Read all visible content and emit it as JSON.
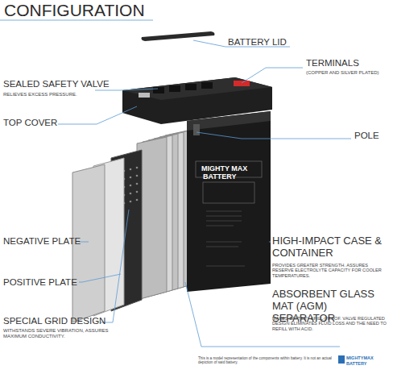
{
  "diagram": {
    "title": "CONFIGURATION",
    "caption": "This is a model representation of the components within battery. It is not an actual depiction of said battery.",
    "labels": [
      "BATTERY LID",
      "TERMINALS",
      "(COPPER AND SILVER PLATED)",
      "SEALED SAFETY VALVE",
      "RELIEVES EXCESS PRESSURE.",
      "TOP COVER",
      "POLE",
      "NEGATIVE PLATE",
      "POSITIVE PLATE",
      "HIGH-IMPACT CASE & CONTAINER",
      "PROVIDES GREATER STRENGTH. ASSURES RESERVE ELECTROLYTE CAPACITY FOR COOLER TEMPERATURES.",
      "SPECIAL GRID DESIGN",
      "WITHSTANDS SEVERE VIBRATION, ASSURES MAXIMUM CONDUCTIVITY.",
      "ABSORBENT GLASS MAT (AGM) SEPARATOR",
      "MAKES BATTERY SPILL-PROOF. VALVE REGULATED DESIGN ELIMINATES FLUID LOSS AND THE NEED TO REFILL WITH ACID.",
      "MIGHTY MAX",
      "BATTERY",
      "MIGHTYMAX",
      "BATTERY"
    ]
  }
}
